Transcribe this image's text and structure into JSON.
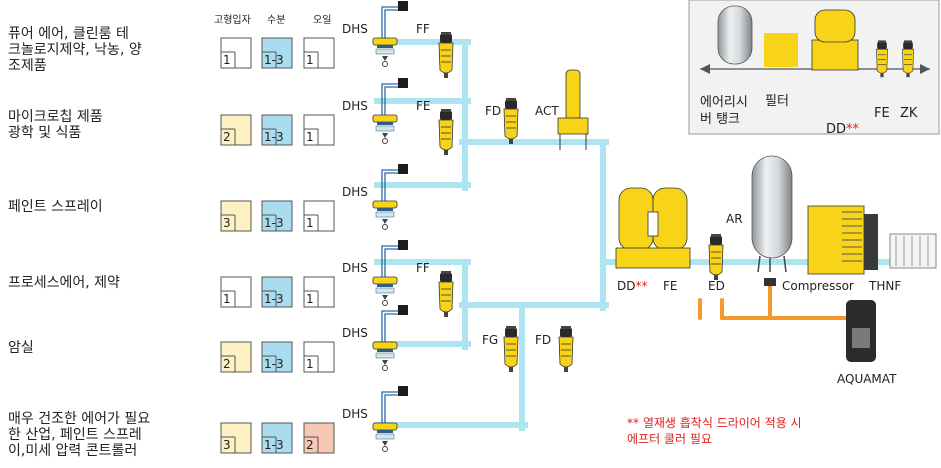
{
  "headers": {
    "solid": "고형입자",
    "water": "수분",
    "oil": "오일"
  },
  "rows": [
    {
      "label": "퓨어 에어, 클린룸 테\n크놀로지제약, 낙농, 양\n조제품",
      "solid": "1",
      "water": "1-3",
      "oil": "1",
      "dhs": "DHS",
      "filter": "FF"
    },
    {
      "label": "마이크로칩 제품\n광학 및 식품",
      "solid": "2",
      "water": "1-3",
      "oil": "1",
      "dhs": "DHS",
      "filter": "FE"
    },
    {
      "label": "페인트 스프레이",
      "solid": "3",
      "water": "1-3",
      "oil": "1",
      "dhs": "DHS",
      "filter": ""
    },
    {
      "label": "프로세스에어, 제약",
      "solid": "1",
      "water": "1-3",
      "oil": "1",
      "dhs": "DHS",
      "filter": "FF"
    },
    {
      "label": "암실",
      "solid": "2",
      "water": "1-3",
      "oil": "1",
      "dhs": "DHS",
      "filter": ""
    },
    {
      "label": "매우 건조한 에어가 필요\n한 산업, 페인트 스프레\n이,미세 압력 콘트롤러",
      "solid": "3",
      "water": "1-3",
      "oil": "2",
      "dhs": "DHS",
      "filter": ""
    }
  ],
  "components": {
    "fd_upper": "FD",
    "act": "ACT",
    "fg": "FG",
    "fd_lower": "FD",
    "dd": "DD",
    "fe": "FE",
    "ed": "ED",
    "ar": "AR",
    "compressor": "Compressor",
    "thnf": "THNF",
    "aquamat": "AQUAMAT"
  },
  "legend": {
    "receiver": "에어리시\n버 탱크",
    "filter": "필터",
    "dd": "DD",
    "fe": "FE",
    "zk": "ZK"
  },
  "star_mark": "**",
  "note": "** 열재생 흡착식 드라이어 적용 시\n    에프터 쿨러 필요",
  "colors": {
    "pipe": "#aee3f0",
    "drain": "#f39a2b",
    "yellow": "#f7d417",
    "class_solid_low": "#ffffff",
    "class_solid_mid": "#fdf1c4",
    "class_water": "#a9dcef",
    "class_oil_high": "#f7c8b4",
    "note_red": "#e0201c"
  }
}
